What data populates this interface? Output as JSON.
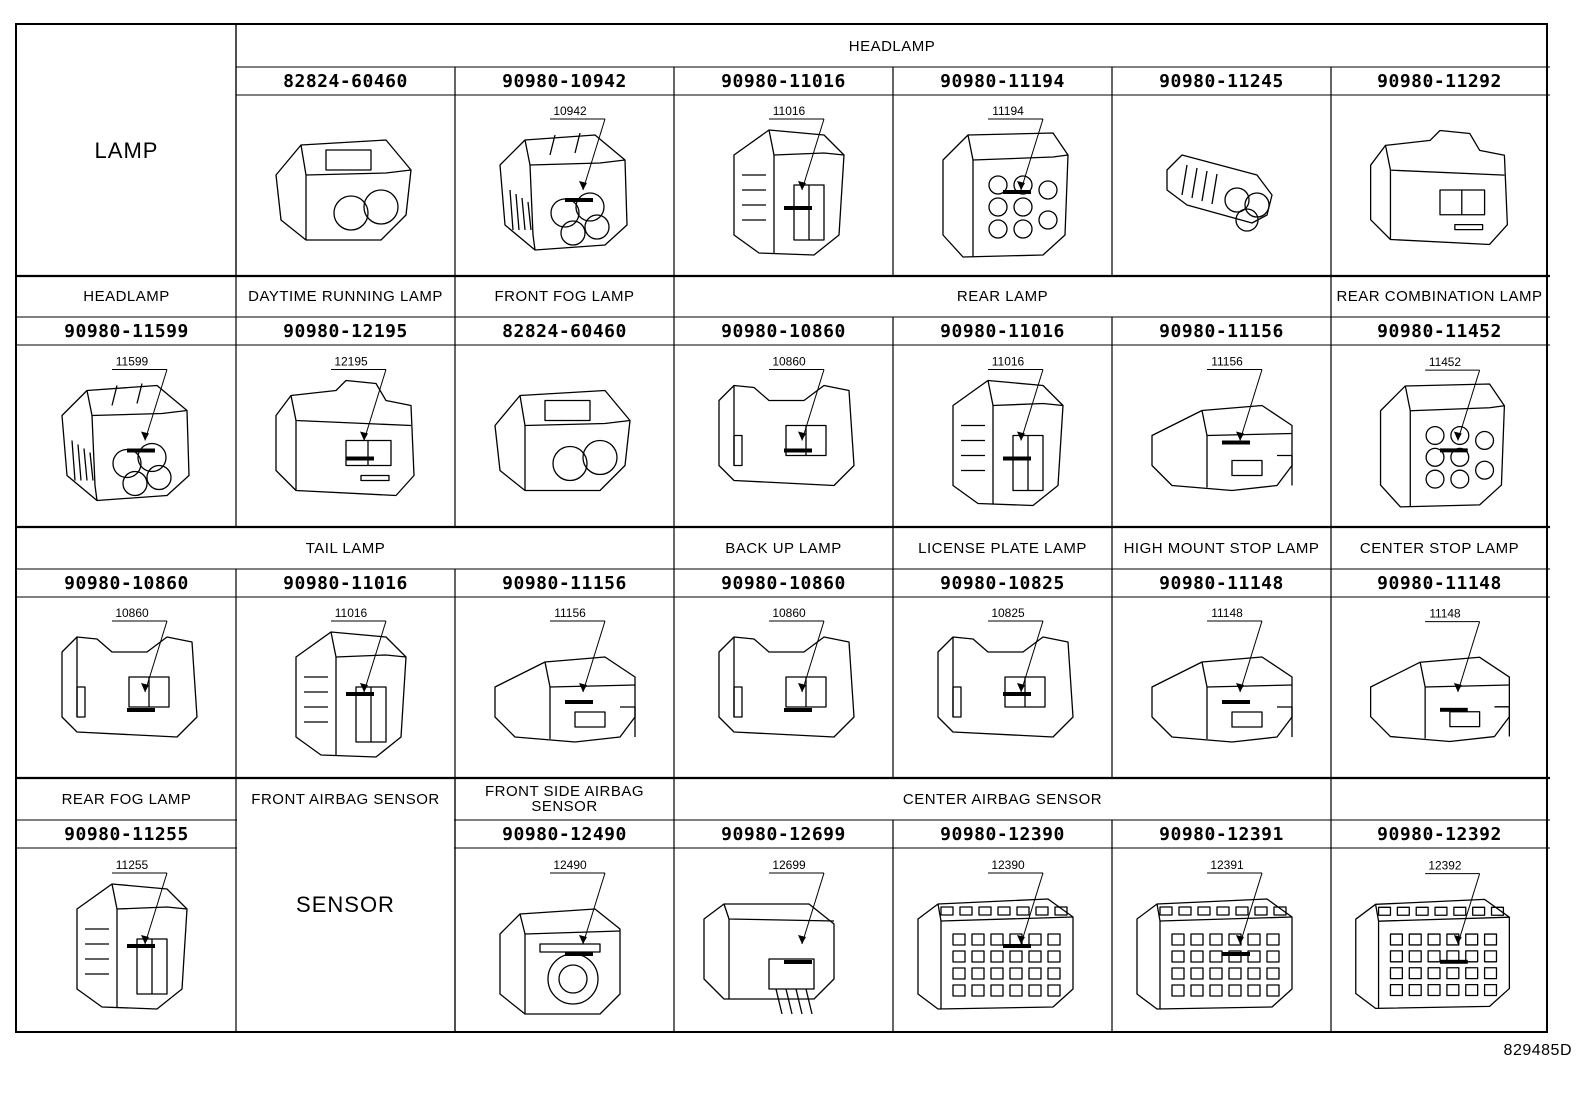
{
  "drawing_id": "829485D",
  "groups": {
    "lamp": "LAMP",
    "sensor": "SENSOR"
  },
  "rows": [
    {
      "headers": [
        {
          "text": "HEADLAMP",
          "span": 6
        }
      ],
      "parts": [
        {
          "pn": "82824-60460",
          "callout": ""
        },
        {
          "pn": "90980-10942",
          "callout": "10942"
        },
        {
          "pn": "90980-11016",
          "callout": "11016"
        },
        {
          "pn": "90980-11194",
          "callout": "11194"
        },
        {
          "pn": "90980-11245",
          "callout": ""
        },
        {
          "pn": "90980-11292",
          "callout": ""
        }
      ]
    },
    {
      "headers": [
        {
          "text": "HEADLAMP",
          "span": 1
        },
        {
          "text": "DAYTIME RUNNING LAMP",
          "span": 1
        },
        {
          "text": "FRONT FOG LAMP",
          "span": 1
        },
        {
          "text": "REAR LAMP",
          "span": 3
        },
        {
          "text": "REAR COMBINATION LAMP",
          "span": 1
        }
      ],
      "parts": [
        {
          "pn": "90980-11599",
          "callout": "11599"
        },
        {
          "pn": "90980-12195",
          "callout": "12195"
        },
        {
          "pn": "82824-60460",
          "callout": ""
        },
        {
          "pn": "90980-10860",
          "callout": "10860"
        },
        {
          "pn": "90980-11016",
          "callout": "11016"
        },
        {
          "pn": "90980-11156",
          "callout": "11156"
        },
        {
          "pn": "90980-11452",
          "callout": "11452"
        }
      ]
    },
    {
      "headers": [
        {
          "text": "TAIL LAMP",
          "span": 3
        },
        {
          "text": "BACK UP LAMP",
          "span": 1
        },
        {
          "text": "LICENSE PLATE LAMP",
          "span": 1
        },
        {
          "text": "HIGH MOUNT STOP LAMP",
          "span": 1
        },
        {
          "text": "CENTER STOP LAMP",
          "span": 1
        }
      ],
      "parts": [
        {
          "pn": "90980-10860",
          "callout": "10860"
        },
        {
          "pn": "90980-11016",
          "callout": "11016"
        },
        {
          "pn": "90980-11156",
          "callout": "11156"
        },
        {
          "pn": "90980-10860",
          "callout": "10860"
        },
        {
          "pn": "90980-10825",
          "callout": "10825"
        },
        {
          "pn": "90980-11148",
          "callout": "11148"
        },
        {
          "pn": "90980-11148",
          "callout": "11148"
        }
      ]
    },
    {
      "headers": [
        {
          "text": "REAR FOG LAMP",
          "span": 1
        },
        {
          "text": "FRONT AIRBAG SENSOR",
          "span": 1
        },
        {
          "text": "FRONT SIDE AIRBAG SENSOR",
          "span": 1
        },
        {
          "text": "CENTER AIRBAG SENSOR",
          "span": 3
        }
      ],
      "parts": [
        {
          "pn": "90980-11255",
          "callout": "11255"
        },
        {
          "pn": "90980-12490",
          "callout": "12490"
        },
        {
          "pn": "90980-12699",
          "callout": "12699"
        },
        {
          "pn": "90980-12390",
          "callout": "12390"
        },
        {
          "pn": "90980-12391",
          "callout": "12391"
        },
        {
          "pn": "90980-12392",
          "callout": "12392"
        }
      ]
    }
  ]
}
